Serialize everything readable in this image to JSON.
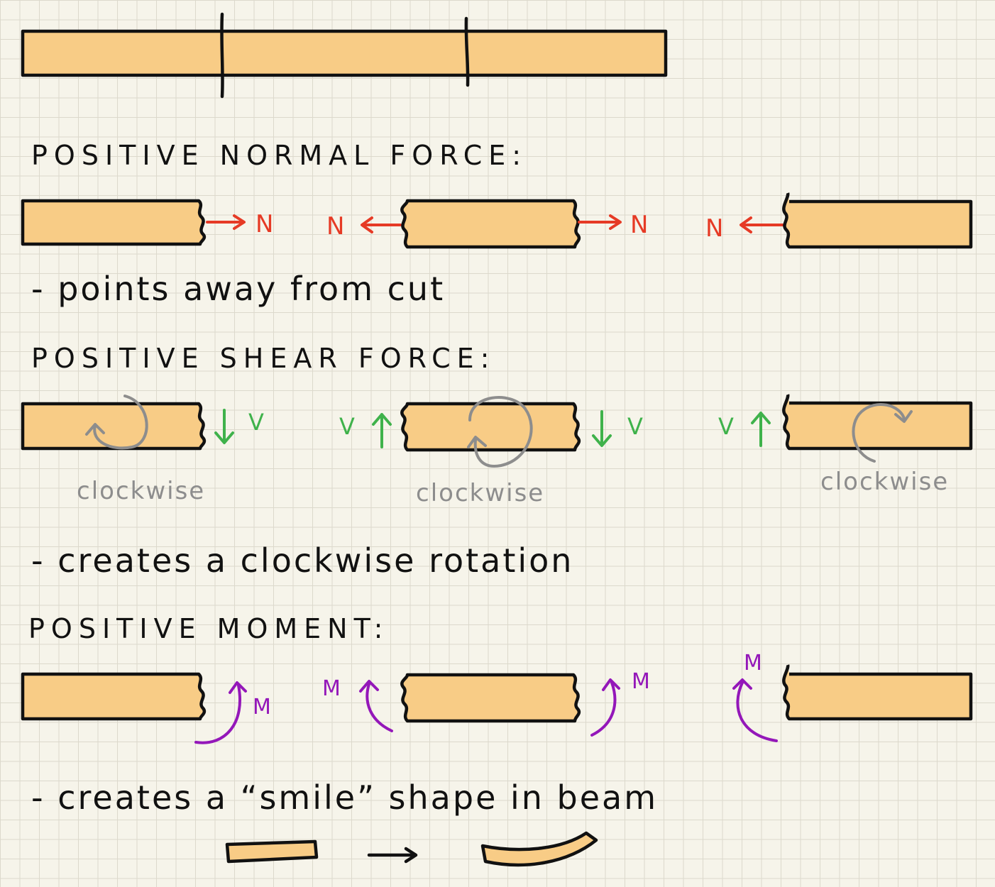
{
  "colors": {
    "beam_fill": "#f8cc86",
    "ink": "#111111",
    "normal": "#e63a25",
    "shear": "#3fb24b",
    "moment": "#9417b9",
    "rotation": "#8d8d8d"
  },
  "sections": {
    "normal": {
      "heading": "POSITIVE NORMAL FORCE:",
      "note": "- points away from cut",
      "label": "N"
    },
    "shear": {
      "heading": "POSITIVE SHEAR FORCE:",
      "note": "- creates a clockwise rotation",
      "label": "V",
      "rotation_labels": [
        "clockwise",
        "clockwise",
        "clockwise"
      ]
    },
    "moment": {
      "heading": "POSITIVE MOMENT:",
      "note": "- creates a “smile” shape in beam",
      "label": "M"
    }
  },
  "icons": {
    "beam": "beam-icon",
    "cut": "cut-icon",
    "force_arrow": "arrow-icon",
    "rotation": "rotation-arrow-icon",
    "bent_beam": "bent-beam-icon"
  }
}
